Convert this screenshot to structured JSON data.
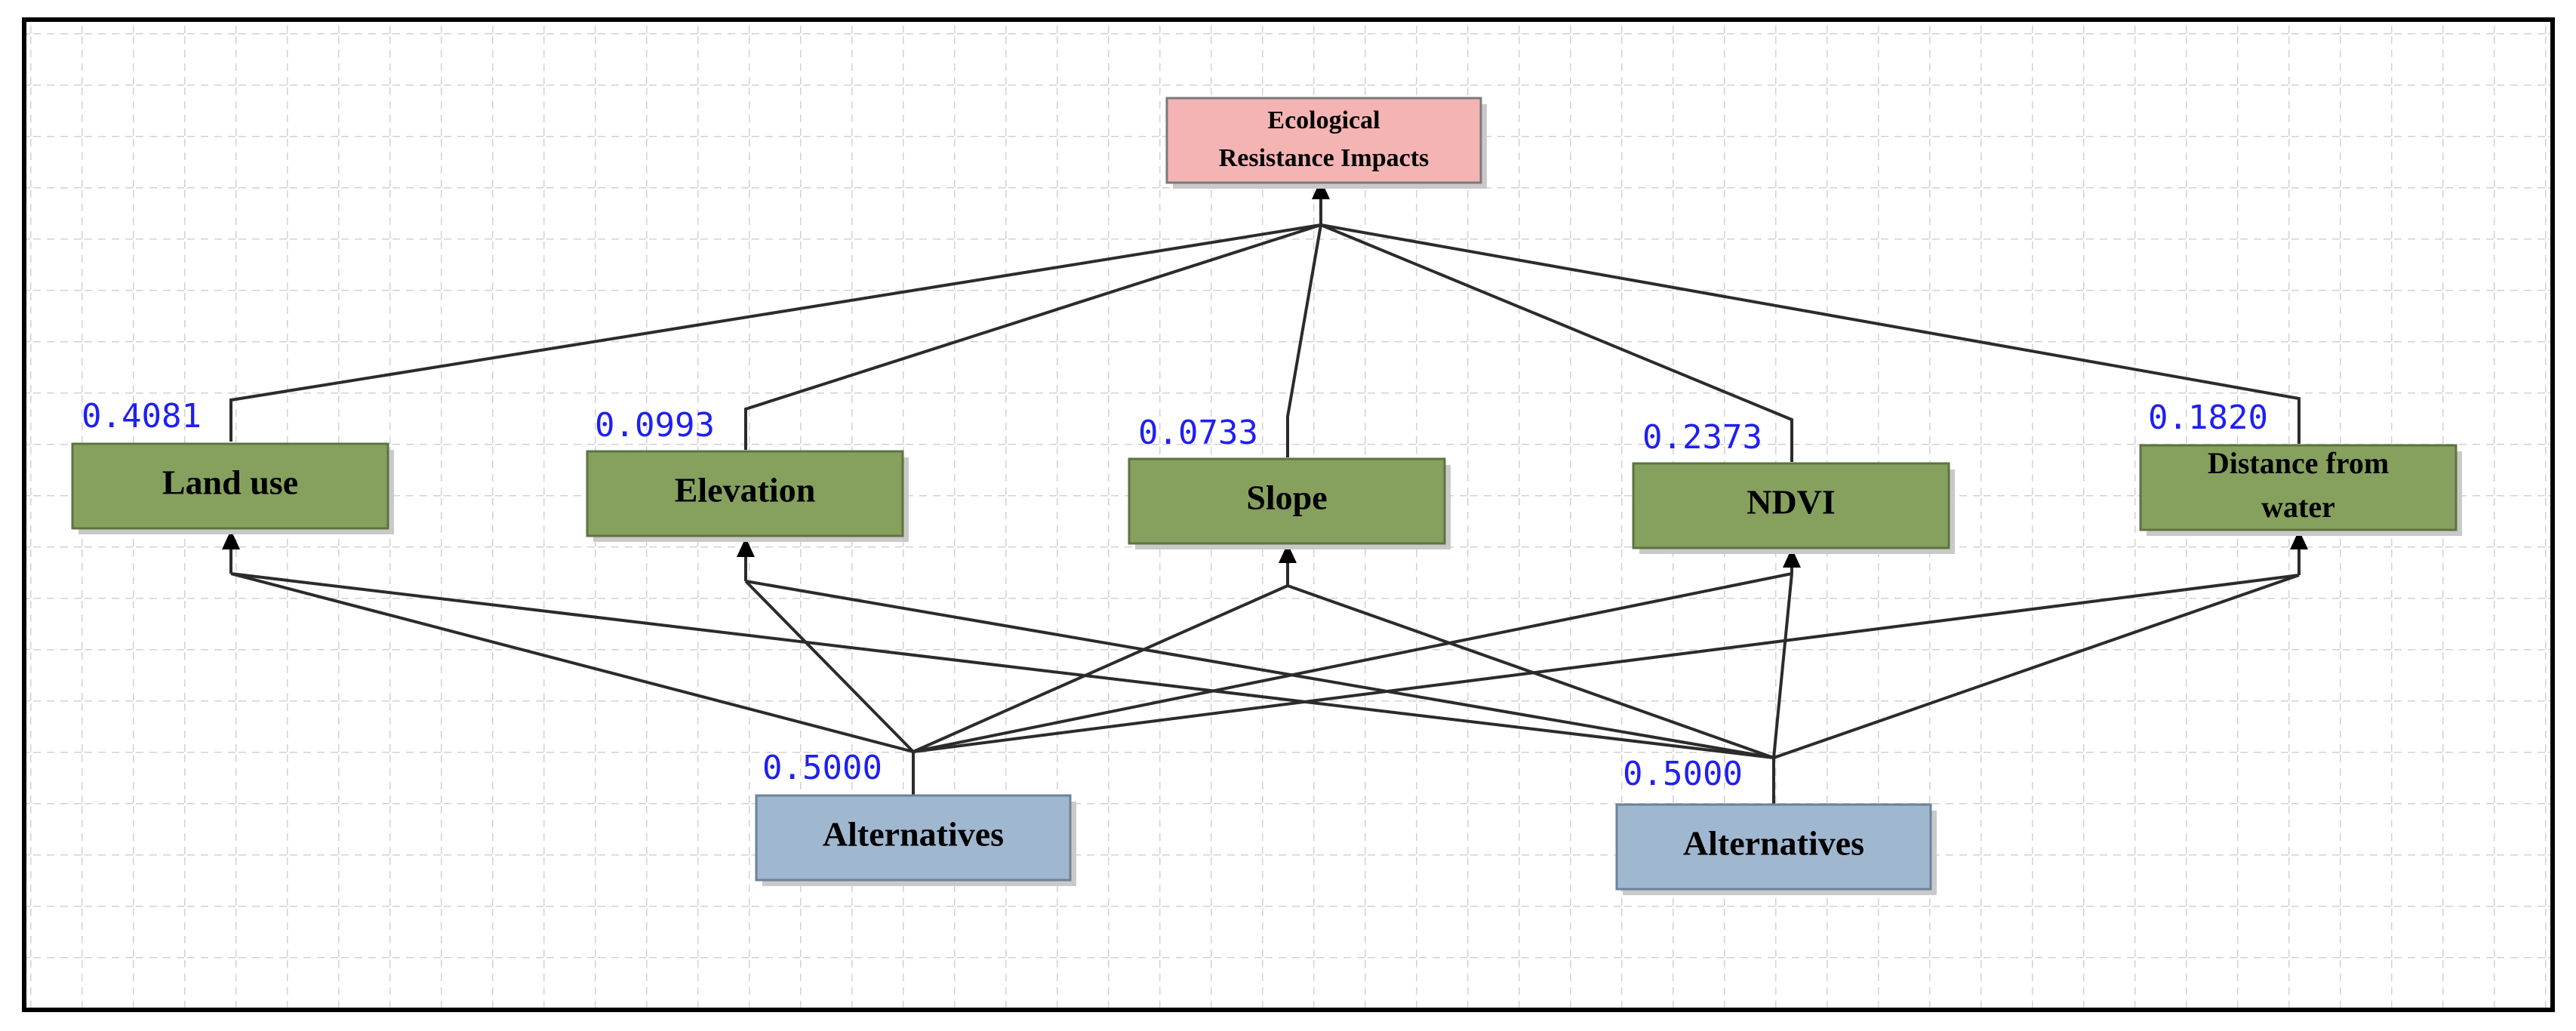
{
  "colors": {
    "goal_fill": "#f4b4b4",
    "criterion_fill": "#86a15e",
    "alternative_fill": "#9fb7cf",
    "weight_text": "#1f1ff2",
    "grid": "#d2d2d2",
    "line": "#2b2b2b"
  },
  "goal": {
    "label_line1": "Ecological",
    "label_line2": "Resistance Impacts"
  },
  "criteria": [
    {
      "label": "Land use",
      "weight": "0.4081"
    },
    {
      "label": "Elevation",
      "weight": "0.0993"
    },
    {
      "label": "Slope",
      "weight": "0.0733"
    },
    {
      "label": "NDVI",
      "weight": "0.2373"
    },
    {
      "label_line1": "Distance from",
      "label_line2": "water",
      "weight": "0.1820"
    }
  ],
  "alternatives": [
    {
      "label": "Alternatives",
      "weight": "0.5000"
    },
    {
      "label": "Alternatives",
      "weight": "0.5000"
    }
  ]
}
